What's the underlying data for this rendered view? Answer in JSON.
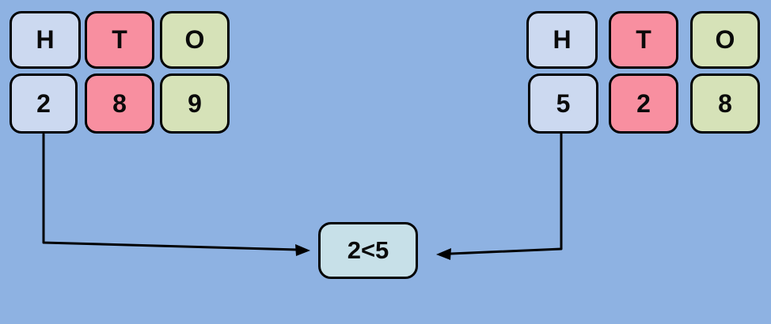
{
  "colors": {
    "background": "#8EB2E2",
    "hundreds_fill": "#CCD9F0",
    "tens_fill": "#F88FA0",
    "ones_fill": "#D6E2B8",
    "result_fill": "#C7E0E8",
    "line": "#000000"
  },
  "left_group": {
    "headers": [
      "H",
      "T",
      "O"
    ],
    "digits": [
      "2",
      "8",
      "9"
    ]
  },
  "right_group": {
    "headers": [
      "H",
      "T",
      "O"
    ],
    "digits": [
      "5",
      "2",
      "8"
    ]
  },
  "comparison": {
    "label": "2<5"
  }
}
